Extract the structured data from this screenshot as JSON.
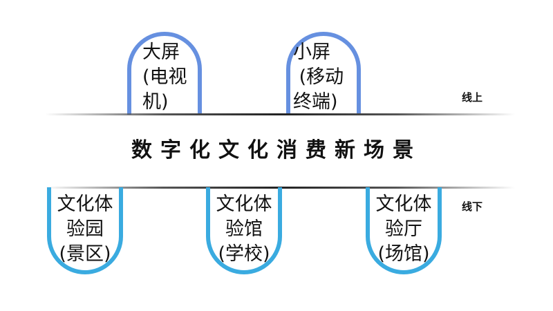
{
  "title": "数字化文化消费新场景",
  "online_label": "线上",
  "offline_label": "线下",
  "online": [
    {
      "lines": [
        "大屏",
        "(电视",
        "机)"
      ]
    },
    {
      "lines": [
        "小屏",
        " (移动",
        "终端)"
      ]
    }
  ],
  "offline": [
    {
      "lines": [
        "文化体",
        "验园",
        "(景区)"
      ]
    },
    {
      "lines": [
        "文化体",
        "验馆",
        "(学校)"
      ]
    },
    {
      "lines": [
        "文化体",
        "验厅",
        "(场馆)"
      ]
    }
  ],
  "colors": {
    "online": "#6690e0",
    "offline": "#3aabe0"
  }
}
